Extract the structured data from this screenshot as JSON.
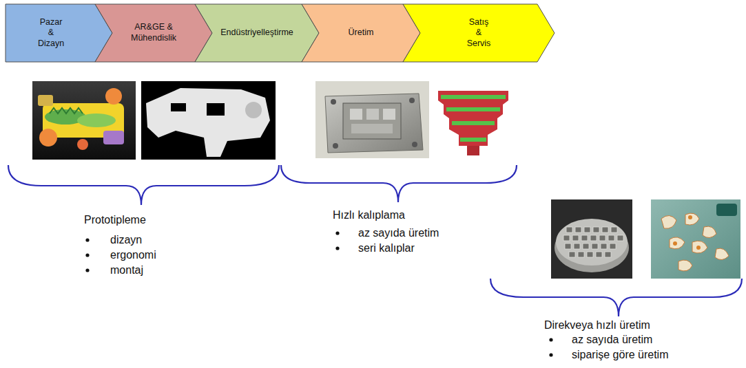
{
  "diagram": {
    "nodes": [
      {
        "text": [
          "Pazar & Dizayn"
        ]
      },
      {
        "text": [
          "AR&GE & Mühendislik"
        ]
      },
      {
        "text": [
          "Endüstriyelleştirme"
        ]
      },
      {
        "text": [
          "Üretim"
        ]
      },
      {
        "text": [
          "Satış & Servis"
        ]
      }
    ],
    "labels": [
      "Prototipleme",
      "dizayn",
      "ergonomi",
      "montaj",
      "Hızlı kalıplama",
      "az sayıda üretim",
      "seri kalıplar",
      "Direkveya hızlı üretim",
      "az sayıda üretim",
      "siparişe göre üretim"
    ]
  }
}
